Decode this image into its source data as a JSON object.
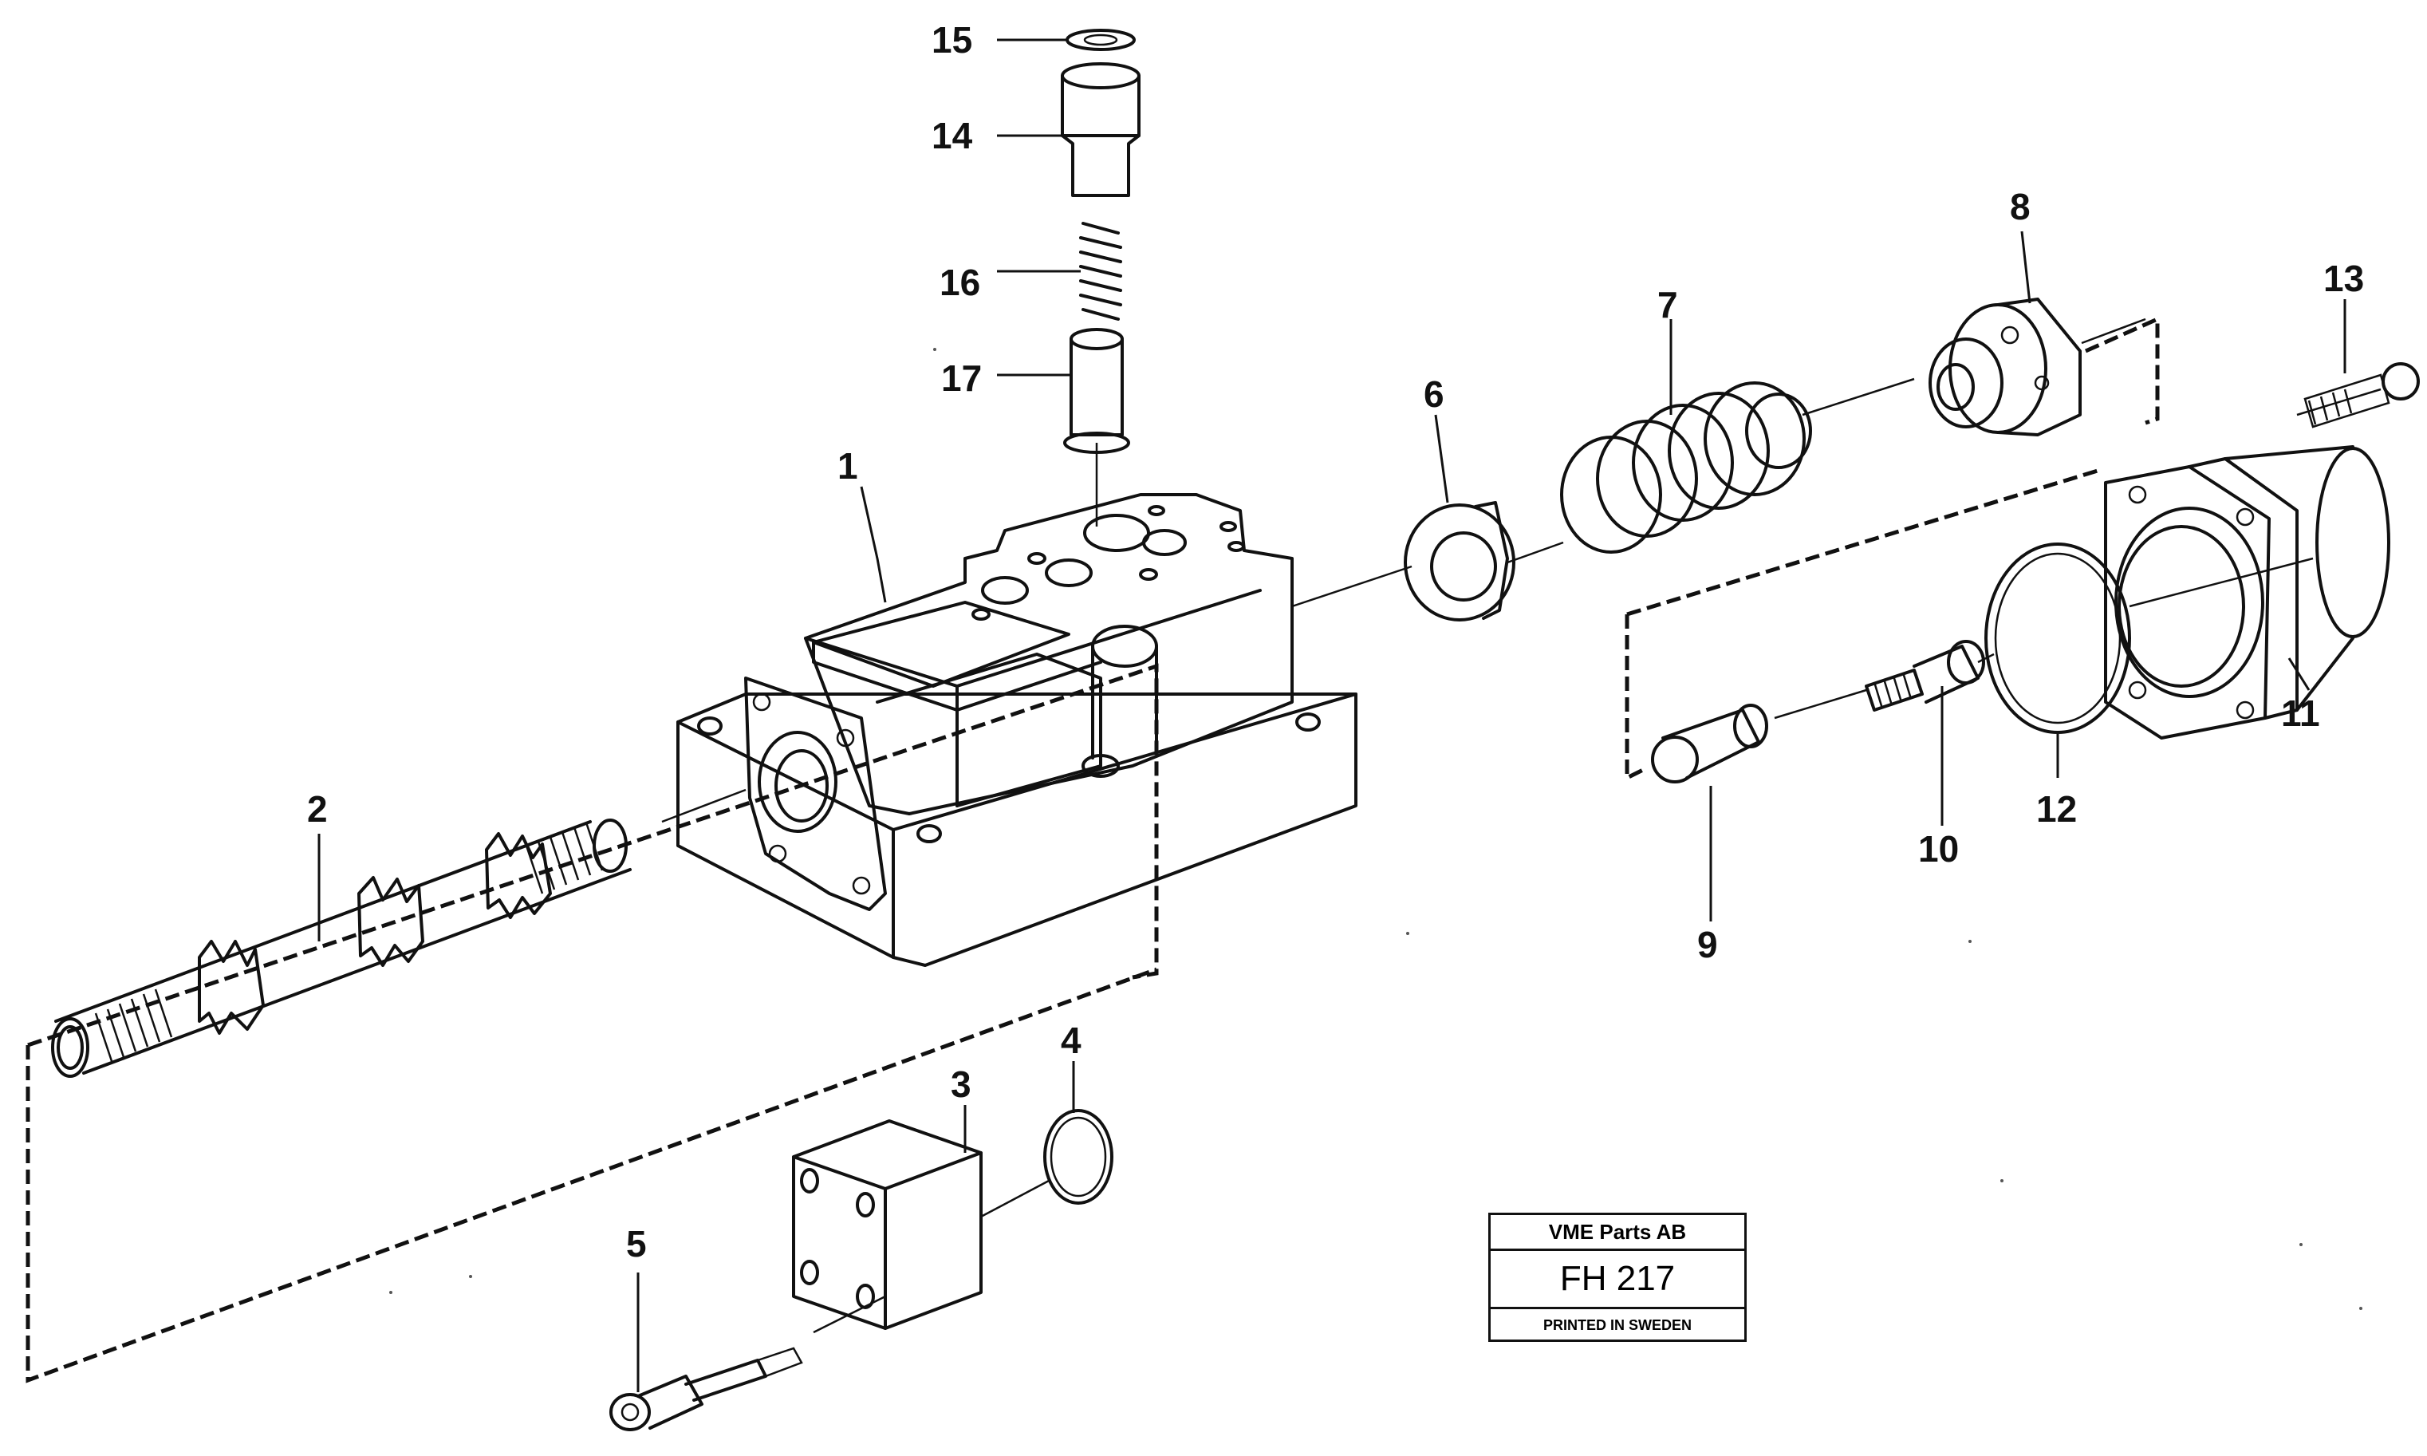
{
  "callouts": {
    "c1": "1",
    "c2": "2",
    "c3": "3",
    "c4": "4",
    "c5": "5",
    "c6": "6",
    "c7": "7",
    "c8": "8",
    "c9": "9",
    "c10": "10",
    "c11": "11",
    "c12": "12",
    "c13": "13",
    "c14": "14",
    "c15": "15",
    "c16": "16",
    "c17": "17"
  },
  "title_block": {
    "company": "VME Parts AB",
    "code": "FH 217",
    "printed": "PRINTED IN SWEDEN"
  }
}
